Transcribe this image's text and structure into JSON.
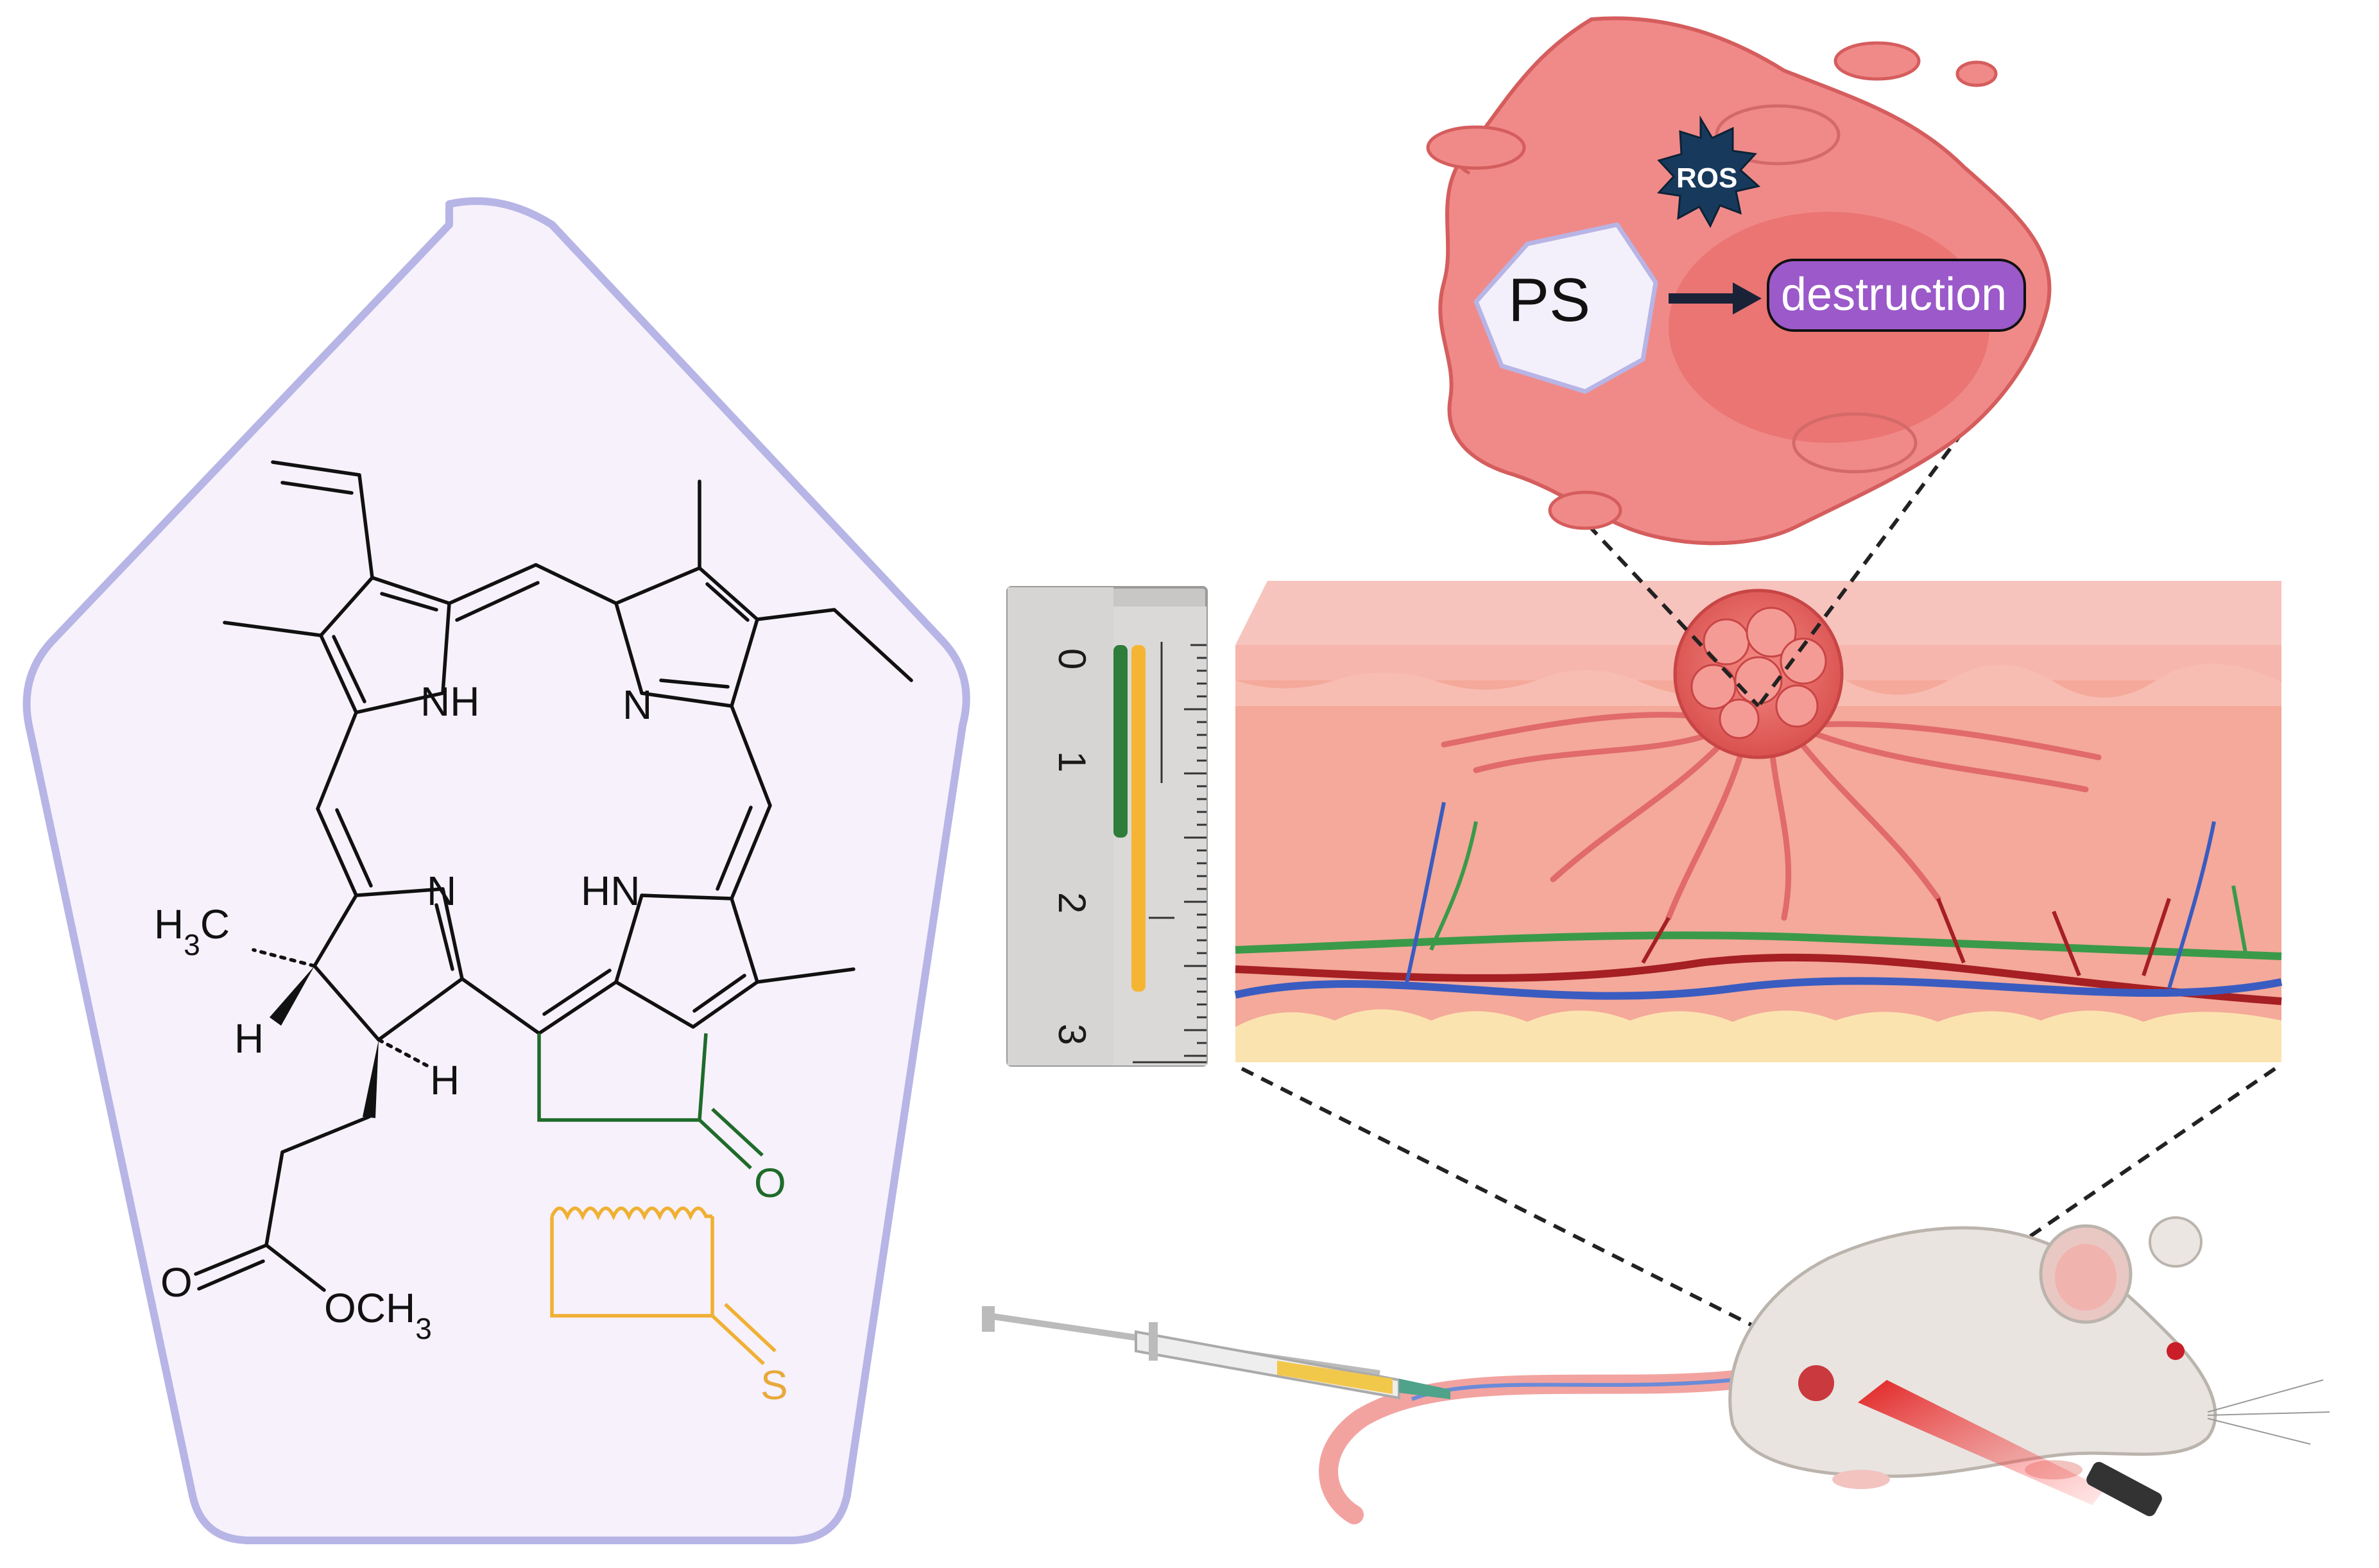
{
  "molecule": {
    "atoms": {
      "nh_top": "NH",
      "n_top": "N",
      "n_bottom": "N",
      "hn_bottom": "HN",
      "h3c": "H3C",
      "h_left": "H",
      "h_right": "H",
      "ester_o": "O",
      "ester_och3": "OCH3",
      "ketone_o": "O",
      "thione_s": "S"
    }
  },
  "ruler": {
    "ticks": [
      "0",
      "1",
      "2",
      "3"
    ]
  },
  "cell": {
    "ps_label": "PS",
    "ros_label": "ROS",
    "destruction_label": "destruction"
  },
  "colors": {
    "pentagon_fill": "#f6f1fb",
    "pentagon_stroke": "#b7b4e6",
    "green_ring": "#1f6b2a",
    "gold_thione": "#f0b033",
    "cell_fill": "#f08a88",
    "destruction_fill": "#9b59c9",
    "ros_fill": "#173a5c"
  }
}
